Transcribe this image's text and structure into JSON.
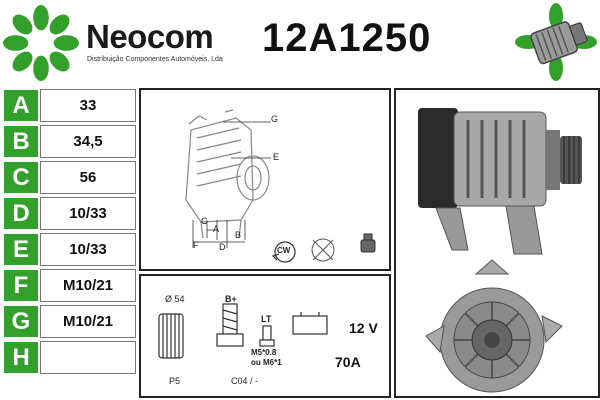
{
  "header": {
    "brand": "Neocom",
    "tagline": "Distribuição Componentes Automóveis, Lda",
    "part_number": "12A1250"
  },
  "colors": {
    "brand_green": "#33a02c",
    "border": "#222222"
  },
  "dimensions": [
    {
      "letter": "A",
      "value": "33"
    },
    {
      "letter": "B",
      "value": "34,5"
    },
    {
      "letter": "C",
      "value": "56"
    },
    {
      "letter": "D",
      "value": "10/33"
    },
    {
      "letter": "E",
      "value": "10/33"
    },
    {
      "letter": "F",
      "value": "M10/21"
    },
    {
      "letter": "G",
      "value": "M10/21"
    },
    {
      "letter": "H",
      "value": ""
    }
  ],
  "diagram": {
    "labels": [
      "G",
      "E",
      "C",
      "A",
      "B",
      "F",
      "D"
    ],
    "rotation": "CW"
  },
  "specs": {
    "pulley_diameter": "Ø 54",
    "pulley_type": "P5",
    "terminal_b": "B+",
    "terminal_lt": "LT",
    "screw_spec_1": "M5*0.8",
    "screw_spec_2": "ou M6*1",
    "connector": "C04 / -",
    "voltage": "12 V",
    "current": "70A"
  }
}
